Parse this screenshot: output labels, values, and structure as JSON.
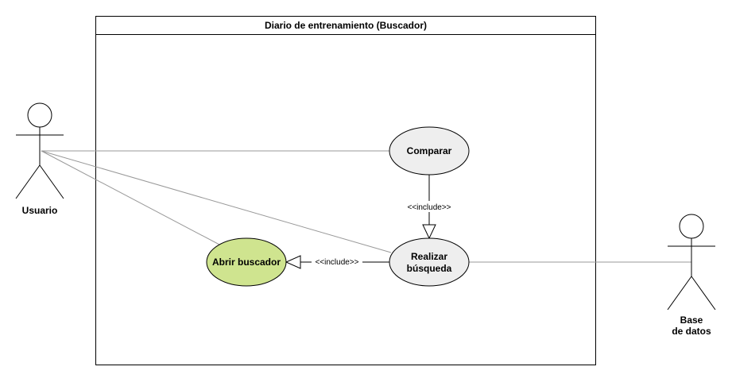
{
  "system": {
    "title": "Diario de entrenamiento (Buscador)"
  },
  "actors": {
    "usuario": {
      "label": "Usuario"
    },
    "base_datos": {
      "label_line1": "Base",
      "label_line2": "de datos"
    }
  },
  "use_cases": {
    "comparar": {
      "label": "Comparar",
      "fill": "#eeeeee"
    },
    "realizar_busqueda": {
      "label_line1": "Realizar",
      "label_line2": "búsqueda",
      "fill": "#eeeeee"
    },
    "abrir_buscador": {
      "label": "Abrir buscador",
      "fill": "#cfe48f"
    }
  },
  "relations": {
    "include_comparar_busqueda": {
      "label": "<<include>>"
    },
    "include_busqueda_abrir": {
      "label": "<<include>>"
    }
  },
  "colors": {
    "association_line": "#999999",
    "border": "#000000"
  }
}
